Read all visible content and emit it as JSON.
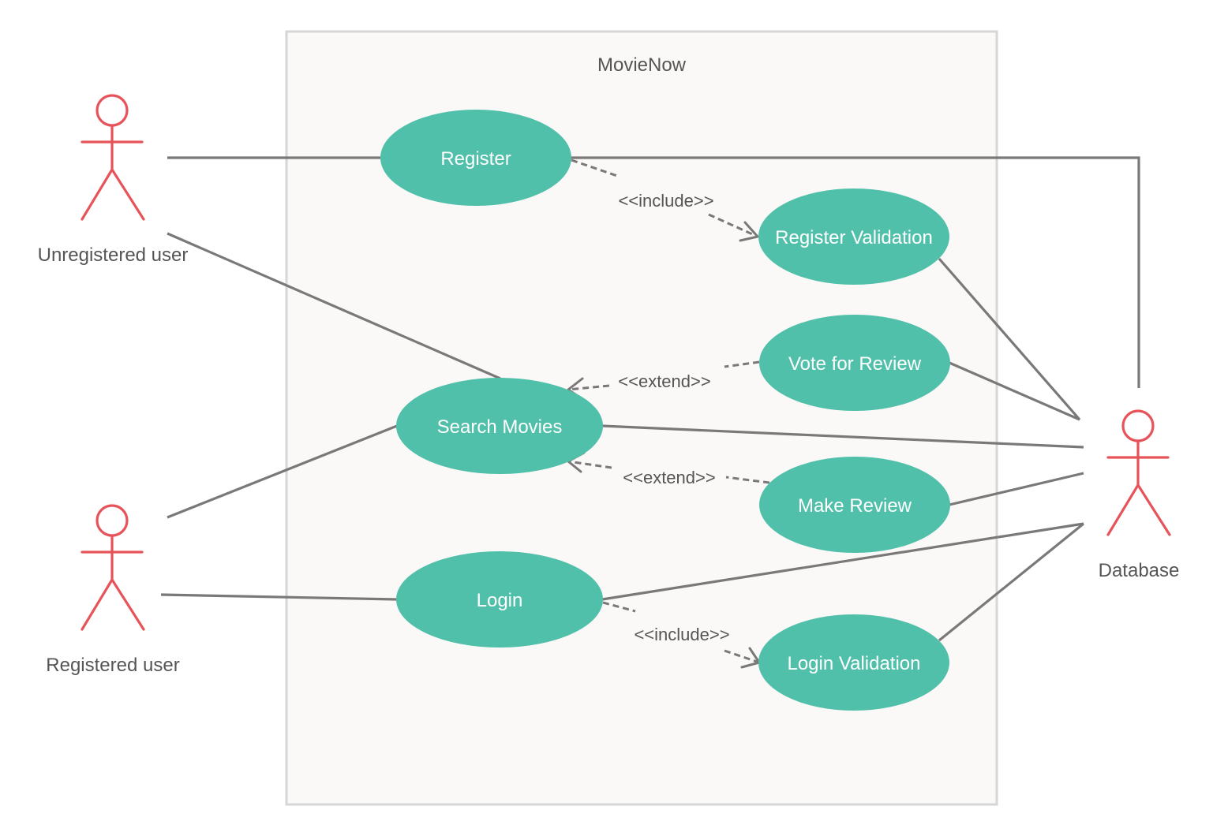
{
  "system": {
    "title": "MovieNow"
  },
  "actors": {
    "unregistered": {
      "label": "Unregistered user"
    },
    "registered": {
      "label": "Registered user"
    },
    "database": {
      "label": "Database"
    }
  },
  "use_cases": {
    "register": "Register",
    "register_validation": "Register Validation",
    "vote_for_review": "Vote for Review",
    "search_movies": "Search Movies",
    "make_review": "Make Review",
    "login": "Login",
    "login_validation": "Login Validation"
  },
  "relationships": {
    "include_register": "<<include>>",
    "extend_vote": "<<extend>>",
    "extend_make_review": "<<extend>>",
    "include_login": "<<include>>"
  },
  "colors": {
    "use_case_fill": "#51c0aa",
    "actor_stroke": "#e6545a",
    "line": "#7a7878",
    "system_border": "#d6d6d6"
  }
}
